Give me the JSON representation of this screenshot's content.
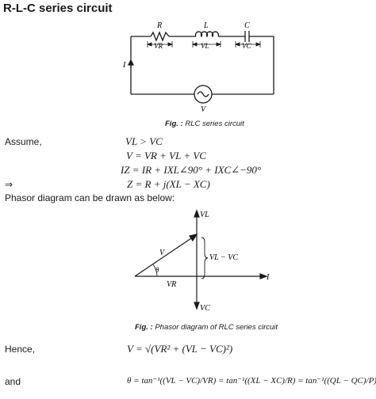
{
  "title": "R-L-C series circuit",
  "circuit": {
    "r_label": "R",
    "l_label": "L",
    "c_label": "C",
    "vr_label": "VR",
    "vl_label": "VL",
    "vc_label": "VC",
    "i_label": "I",
    "v_label": "V"
  },
  "fig1_caption": {
    "prefix": "Fig. :",
    "text": "RLC series circuit"
  },
  "assume_label": "Assume,",
  "implies_symbol": "⇒",
  "equations": {
    "eq1": "VL > VC",
    "eq2": "V = VR + VL + VC",
    "eq3": "IZ = IR + IXL∠90° + IXC∠−90°",
    "eq4": "Z = R + j(XL − XC)"
  },
  "phasor_intro": "Phasor diagram can be drawn as below:",
  "phasor": {
    "vl_label": "VL",
    "vc_label": "VC",
    "v_label": "V",
    "vr_label": "VR",
    "theta_label": "θ",
    "i_label": "I",
    "diff_label": "VL − VC"
  },
  "fig2_caption": {
    "prefix": "Fig. :",
    "text": "Phasor diagram of RLC series circuit"
  },
  "hence_label": "Hence,",
  "and_label": "and",
  "final_eq": {
    "v_formula": "V = √(VR² + (VL − VC)²)",
    "theta_formula": "θ = tan⁻¹((VL − VC)/VR) = tan⁻¹((XL − XC)/R) = tan⁻¹((QL − QC)/P)"
  }
}
